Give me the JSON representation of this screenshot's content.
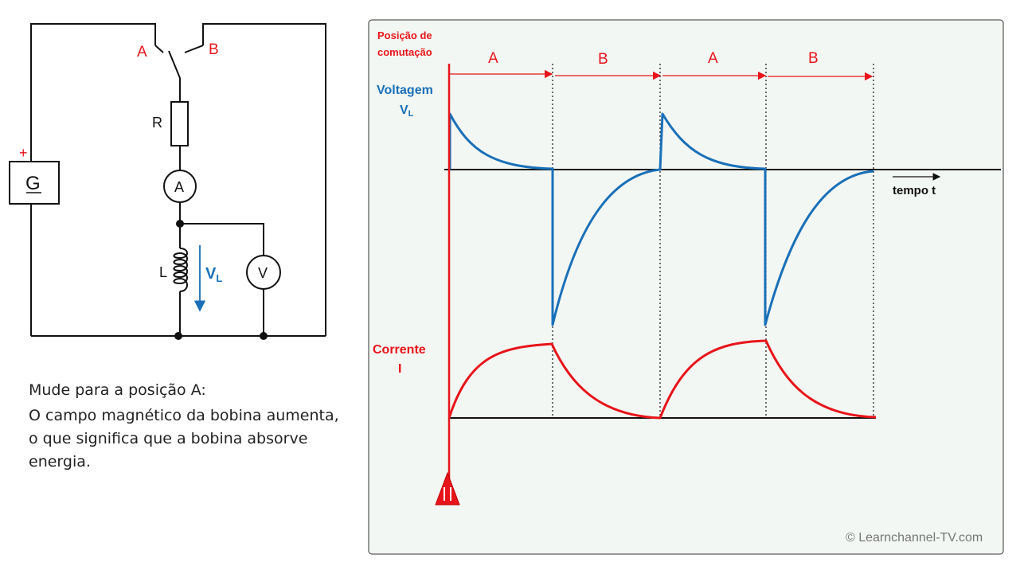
{
  "colors": {
    "red": "#e8141b",
    "blue": "#1a70b8",
    "black": "#111111",
    "panel_bg": "#f3f7f3"
  },
  "circuit": {
    "switch_a": "A",
    "switch_b": "B",
    "plus": "+",
    "generator": "G",
    "resistor": "R",
    "ammeter": "A",
    "inductor": "L",
    "voltmeter": "V",
    "vl_main": "V",
    "vl_sub": "L"
  },
  "caption": {
    "line1": "Mude para a posição A:",
    "line2": "O campo magnético da bobina aumenta, o que significa que a bobina absorve energia."
  },
  "graph": {
    "switch_pos_line1": "Posição de",
    "switch_pos_line2": "comutação",
    "phases": [
      "A",
      "B",
      "A",
      "B"
    ],
    "voltage_label": "Voltagem",
    "voltage_symbol": "V",
    "voltage_sub": "L",
    "current_label": "Corrente",
    "current_symbol": "I",
    "time_label": "tempo t",
    "marker_icon": "warning-triangle-icon",
    "copyright": "© Learnchannel-TV.com"
  }
}
